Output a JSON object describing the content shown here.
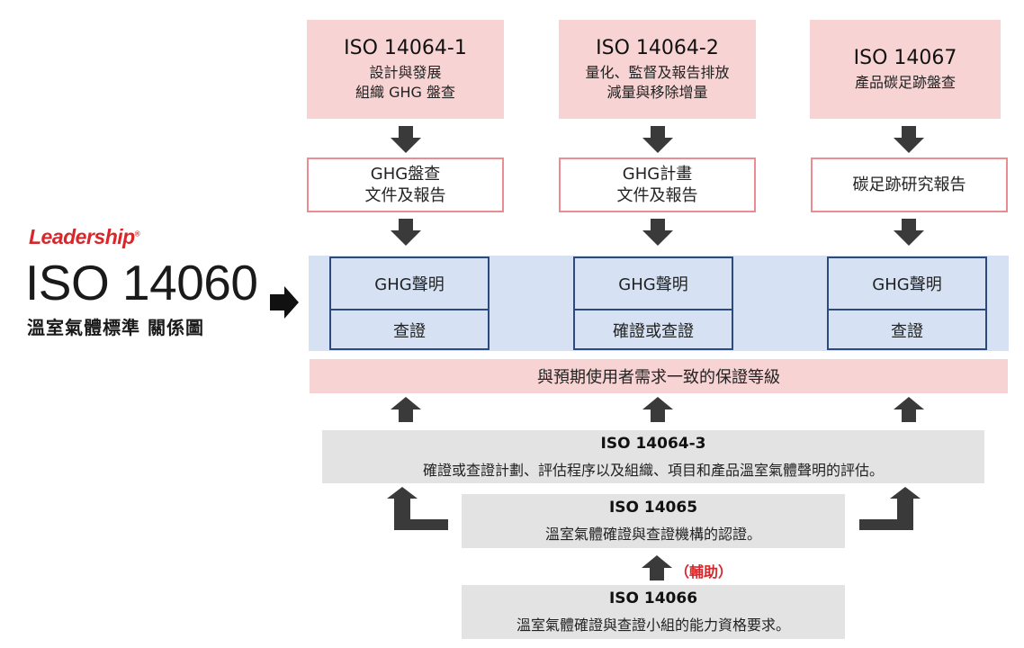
{
  "brand": "Leadership",
  "main_title": "ISO 14060",
  "main_subtitle": "溫室氣體標準 關係圖",
  "top_standards": [
    {
      "code": "ISO 14064-1",
      "desc1": "設計與發展",
      "desc2": "組織 GHG 盤查"
    },
    {
      "code": "ISO 14064-2",
      "desc1": "量化、監督及報告排放",
      "desc2": "減量與移除增量"
    },
    {
      "code": "ISO 14067",
      "desc1": "產品碳足跡盤查",
      "desc2": ""
    }
  ],
  "documents": [
    {
      "line1": "GHG盤查",
      "line2": "文件及報告"
    },
    {
      "line1": "GHG計畫",
      "line2": "文件及報告"
    },
    {
      "line1": "碳足跡研究報告",
      "line2": ""
    }
  ],
  "claims": [
    {
      "title": "GHG聲明",
      "action": "查證"
    },
    {
      "title": "GHG聲明",
      "action": "確證或查證"
    },
    {
      "title": "GHG聲明",
      "action": "查證"
    }
  ],
  "assurance": "與預期使用者需求一致的保證等級",
  "iso_14064_3": {
    "code": "ISO 14064-3",
    "desc": "確證或查證計劃、評估程序以及組織、項目和產品溫室氣體聲明的評估。"
  },
  "iso_14065": {
    "code": "ISO 14065",
    "desc": "溫室氣體確證與查證機構的認證。"
  },
  "auxiliary_label": "（輔助）",
  "iso_14066": {
    "code": "ISO 14066",
    "desc": "溫室氣體確證與查證小組的能力資格要求。"
  },
  "colors": {
    "pink": "#f7d3d3",
    "pink_border": "#ea8d92",
    "blue_band": "#d6e2f3",
    "navy": "#2c4a7e",
    "gray": "#e3e3e3",
    "arrow": "#3a3a3a",
    "brand_red": "#d9262a"
  }
}
